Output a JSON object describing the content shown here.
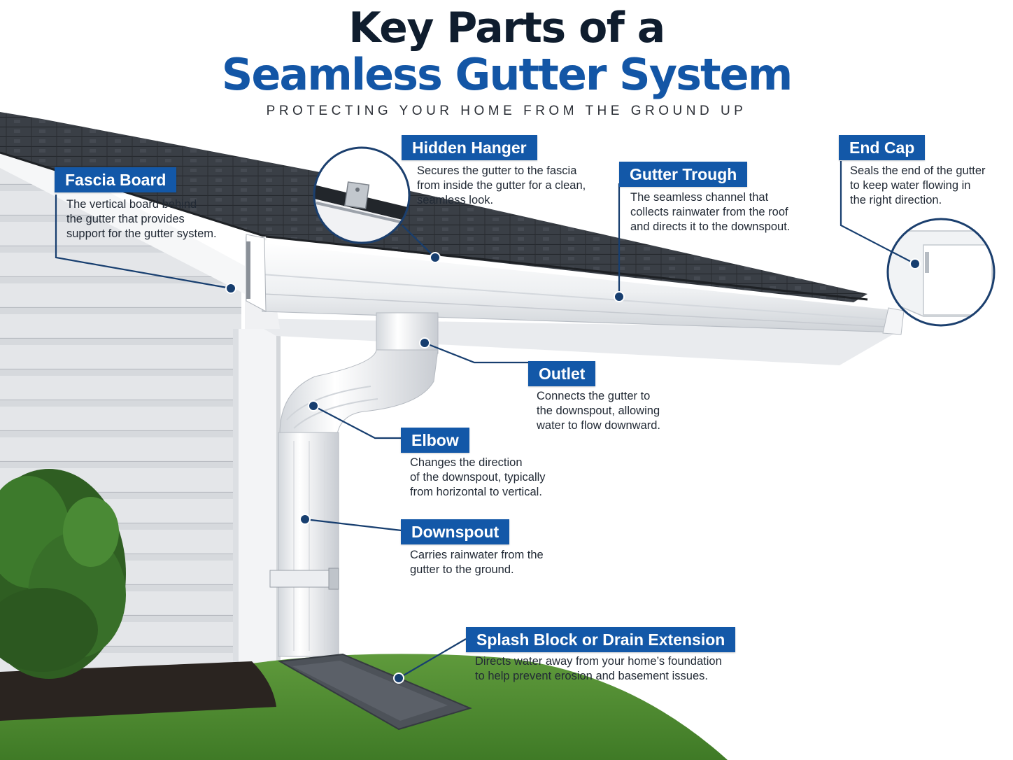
{
  "title": {
    "line1": "Key Parts of a",
    "line2": "Seamless Gutter System"
  },
  "subtitle": "PROTECTING YOUR HOME FROM THE GROUND UP",
  "colors": {
    "accent": "#1358a8",
    "title_dark": "#0f1d2e",
    "title_blue": "#1356a6",
    "text": "#222a35"
  },
  "parts": {
    "fascia": {
      "label": "Fascia Board",
      "desc": [
        "The vertical board behind",
        "the gutter that provides",
        "support for the gutter system."
      ]
    },
    "hanger": {
      "label": "Hidden Hanger",
      "desc": [
        "Secures the gutter to the fascia",
        "from inside the gutter for a clean,",
        "seamless look."
      ]
    },
    "trough": {
      "label": "Gutter Trough",
      "desc": [
        "The seamless channel that",
        "collects rainwater from the roof",
        "and directs it to the downspout."
      ]
    },
    "endcap": {
      "label": "End Cap",
      "desc": [
        "Seals the end of the gutter",
        "to keep water flowing in",
        "the right direction."
      ]
    },
    "outlet": {
      "label": "Outlet",
      "desc": [
        "Connects the gutter to",
        "the downspout, allowing",
        "water to flow downward."
      ]
    },
    "elbow": {
      "label": "Elbow",
      "desc": [
        "Changes the direction",
        "of the downspout, typically",
        "from horizontal to vertical."
      ]
    },
    "downspout": {
      "label": "Downspout",
      "desc": [
        "Carries rainwater from the",
        "gutter to the ground."
      ]
    },
    "splash": {
      "label": "Splash Block or Drain Extension",
      "desc": [
        "Directs water away from your home’s foundation",
        "to help prevent erosion and basement issues."
      ]
    }
  }
}
